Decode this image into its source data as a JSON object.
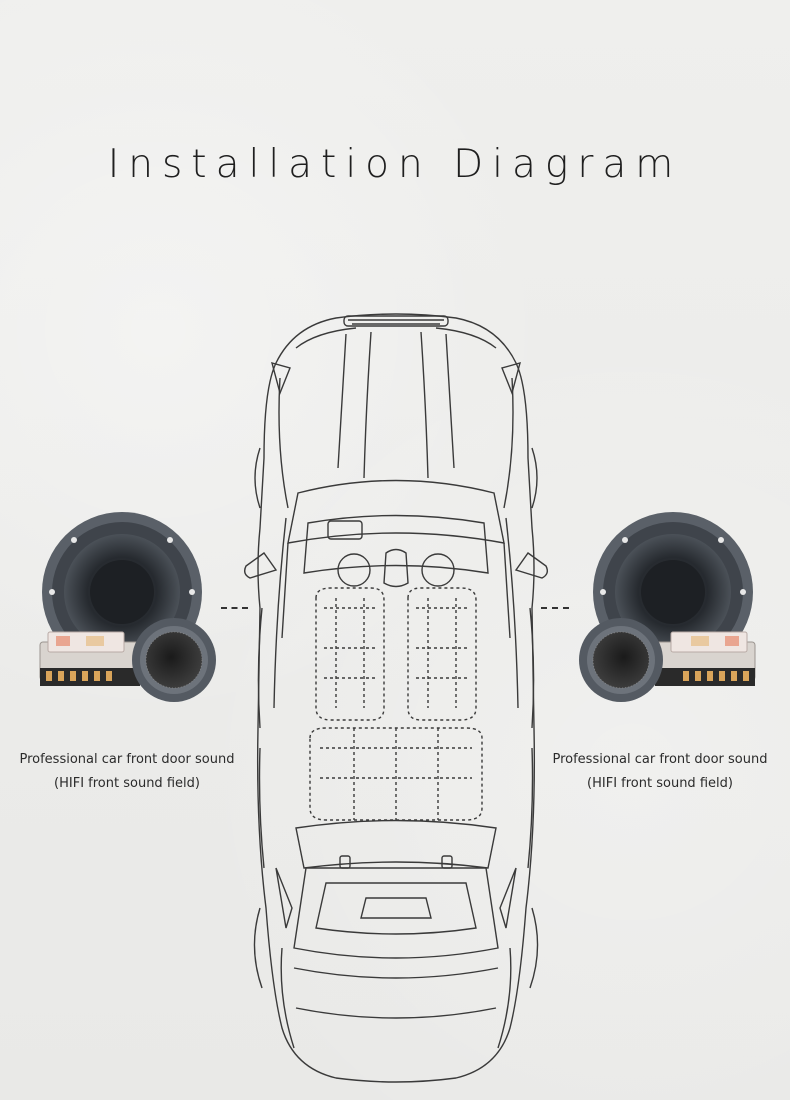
{
  "title": "Installation Diagram",
  "left_label": {
    "line1": "Professional car front door sound",
    "line2": "(HIFI front sound field)"
  },
  "right_label": {
    "line1": "Professional car front door sound",
    "line2": "(HIFI front sound field)"
  },
  "colors": {
    "background": "#ececea",
    "line_art": "#3a3a3a",
    "speaker_body": "#4a5058"
  },
  "icons": [
    "car-topview-icon",
    "component-speaker-icon",
    "tweeter-icon",
    "crossover-icon"
  ]
}
